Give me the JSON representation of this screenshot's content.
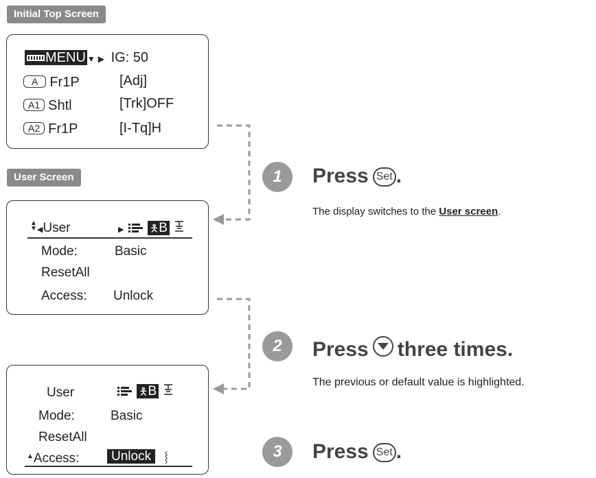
{
  "labels": {
    "initial_top_screen": "Initial Top Screen",
    "user_screen": "User Screen"
  },
  "top_screen": {
    "menu_label": "MENU",
    "ig_value": "IG: 50",
    "rows": [
      {
        "key": "A",
        "name": "Fr1P",
        "value": "[Adj]"
      },
      {
        "key": "A1",
        "name": "Shtl",
        "value": "[Trk]OFF"
      },
      {
        "key": "A2",
        "name": "Fr1P",
        "value": "[I-Tq]H"
      }
    ]
  },
  "user_screen_1": {
    "title": "User",
    "tab_b": "B",
    "mode_label": "Mode:",
    "mode_value": "Basic",
    "reset_all": "ResetAll",
    "access_label": "Access:",
    "access_value": "Unlock"
  },
  "user_screen_2": {
    "title": "User",
    "tab_b": "B",
    "mode_label": "Mode:",
    "mode_value": "Basic",
    "reset_all": "ResetAll",
    "access_label": "Access:",
    "access_value": "Unlock"
  },
  "steps": [
    {
      "number": "1",
      "title_press": "Press",
      "key": "Set",
      "title_end": ".",
      "desc_prefix": "The display switches to the ",
      "desc_link": "User screen",
      "desc_suffix": "."
    },
    {
      "number": "2",
      "title_press": "Press",
      "title_end": "three times.",
      "desc": "The previous or default value is highlighted."
    },
    {
      "number": "3",
      "title_press": "Press",
      "key": "Set",
      "title_end": "."
    }
  ]
}
